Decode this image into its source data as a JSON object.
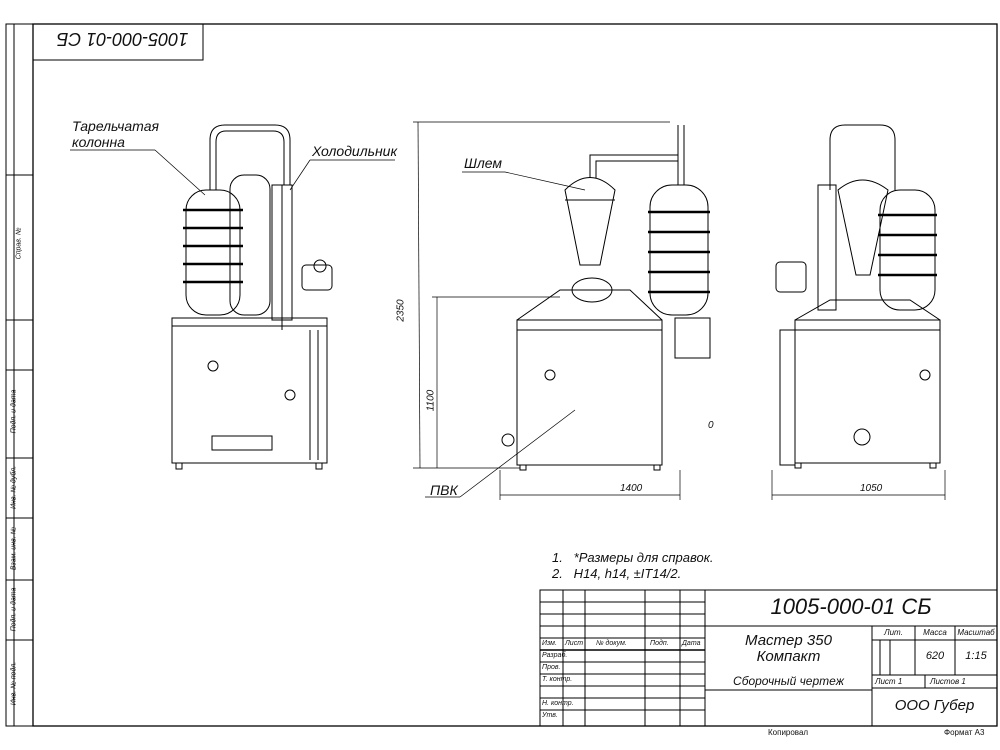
{
  "stamp_top": "1005-000-01 СБ",
  "callouts": {
    "column": "Тарельчатая\nколонна",
    "cooler": "Холодильник",
    "helmet": "Шлем",
    "pvk": "ПВК"
  },
  "dimensions": {
    "height_total": "2350",
    "height_base": "1100",
    "width_front": "1400",
    "width_side": "1050",
    "zero_mark": "0"
  },
  "notes": [
    "1.   *Размеры для справок.",
    "2.   H14, h14, ±IT14/2."
  ],
  "title_block": {
    "doc_number": "1005-000-01 СБ",
    "product_name_1": "Мастер 350",
    "product_name_2": "Компакт",
    "doc_type": "Сборочный чертеж",
    "lit_label": "Лит.",
    "mass_label": "Масса",
    "scale_label": "Масштаб",
    "mass": "620",
    "scale": "1:15",
    "sheet": "Лист 1",
    "sheets": "Листов 1",
    "company": "ООО Губер",
    "row_labels": [
      "Изм.",
      "Лист",
      "№ докум.",
      "Подп.",
      "Дата"
    ],
    "roles": [
      "Разраб.",
      "Пров.",
      "Т. контр.",
      "",
      "Н. контр.",
      "Утв."
    ]
  },
  "side_labels": [
    "Справ. №",
    "Подп. и дата",
    "Инв. № дубл.",
    "Взам. инв. №",
    "Подп. и дата",
    "Инв. № подл."
  ],
  "footer": {
    "copied": "Копировал",
    "format": "Формат А3"
  }
}
